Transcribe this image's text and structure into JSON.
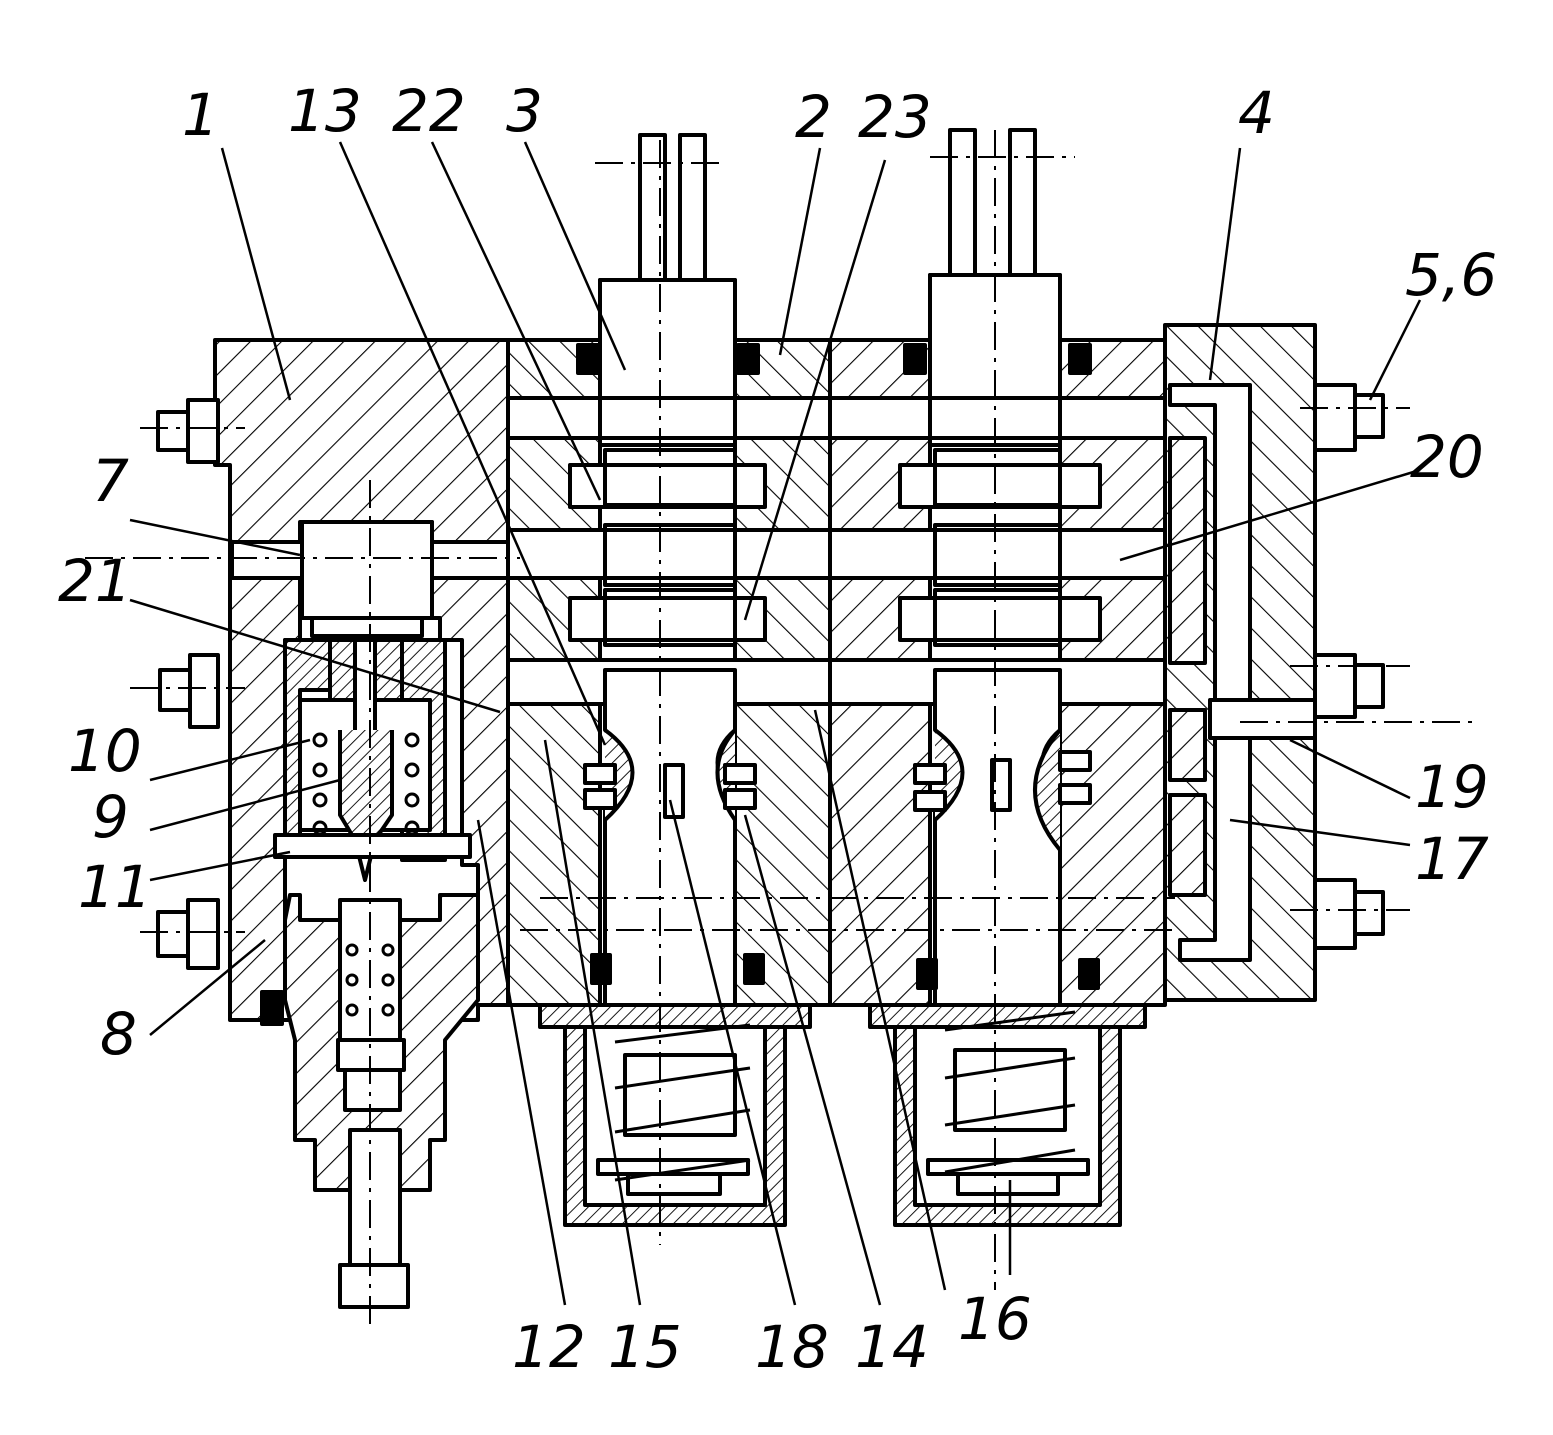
{
  "labels": {
    "l1": "1",
    "l13": "13",
    "l22": "22",
    "l3": "3",
    "l2": "2",
    "l23": "23",
    "l4": "4",
    "l56": "5,6",
    "l7": "7",
    "l20": "20",
    "l21": "21",
    "l10": "10",
    "l9": "9",
    "l11": "11",
    "l8": "8",
    "l19": "19",
    "l17": "17",
    "l12": "12",
    "l15": "15",
    "l18": "18",
    "l14": "14",
    "l16": "16"
  },
  "colors": {
    "ink": "#000000",
    "paper": "#ffffff"
  }
}
